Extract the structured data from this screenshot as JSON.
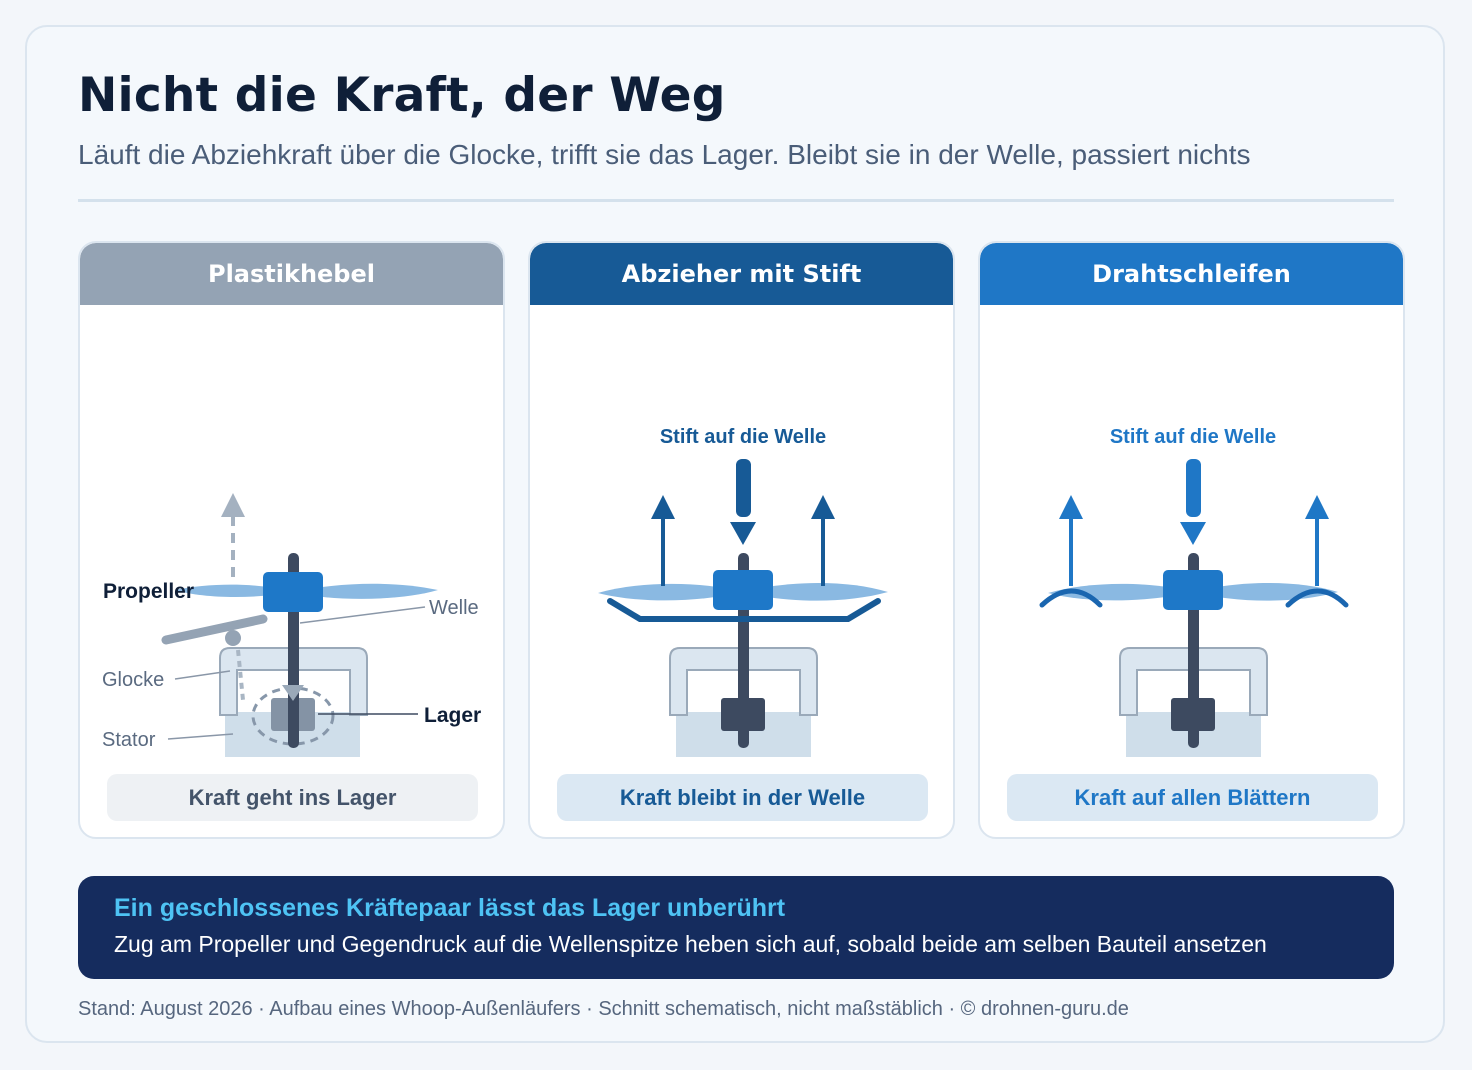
{
  "header": {
    "title": "Nicht die Kraft, der Weg",
    "subtitle": "Läuft die Abziehkraft über die Glocke, trifft sie das Lager. Bleibt sie in der Welle, passiert nichts"
  },
  "panels": [
    {
      "title": "Plastikhebel",
      "header_color": "#94a3b4",
      "labels": {
        "propeller": "Propeller",
        "welle": "Welle",
        "glocke": "Glocke",
        "lager": "Lager",
        "stator": "Stator"
      },
      "footer": "Kraft geht ins Lager"
    },
    {
      "title": "Abzieher mit Stift",
      "header_color": "#175a96",
      "pin_label": "Stift auf die Welle",
      "footer": "Kraft bleibt in der Welle"
    },
    {
      "title": "Drahtschleifen",
      "header_color": "#1f77c6",
      "pin_label": "Stift auf die Welle",
      "footer": "Kraft auf allen Blättern"
    }
  ],
  "banner": {
    "title": "Ein geschlossenes Kräftepaar lässt das Lager unberührt",
    "text": "Zug am Propeller und Gegendruck auf die Wellenspitze heben sich auf, sobald beide am selben Bauteil ansetzen"
  },
  "footnote": "Stand: August 2026 · Aufbau eines Whoop-Außenläufers · Schnitt schematisch, nicht maßstäblich · © drohnen-guru.de",
  "colors": {
    "dark_navy": "#152c5e",
    "accent_cyan": "#4ec3f4",
    "hub_blue": "#1e78c8",
    "blade_blue": "#8ab9e2",
    "shaft_dark": "#3d4a60"
  }
}
